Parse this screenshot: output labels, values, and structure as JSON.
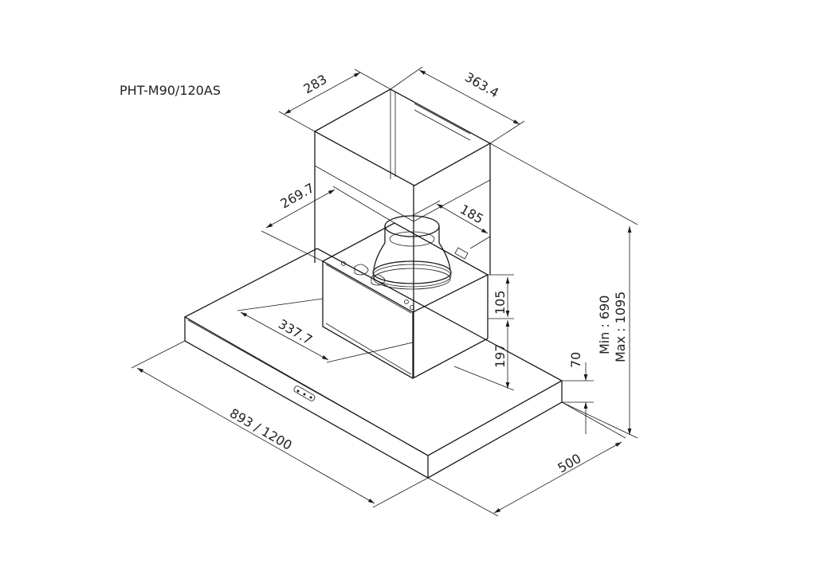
{
  "model": "PHT-M90/120AS",
  "dimensions": {
    "chimney_depth": "283",
    "chimney_width": "363.4",
    "inner_depth": "269.7",
    "collar_offset": "185",
    "inner_width": "337.7",
    "motor_height": "105",
    "lower_height": "197",
    "canopy_thickness": "70",
    "height_min": "Min : 690",
    "height_max": "Max : 1095",
    "canopy_depth": "500",
    "canopy_width": "893 / 1200"
  }
}
